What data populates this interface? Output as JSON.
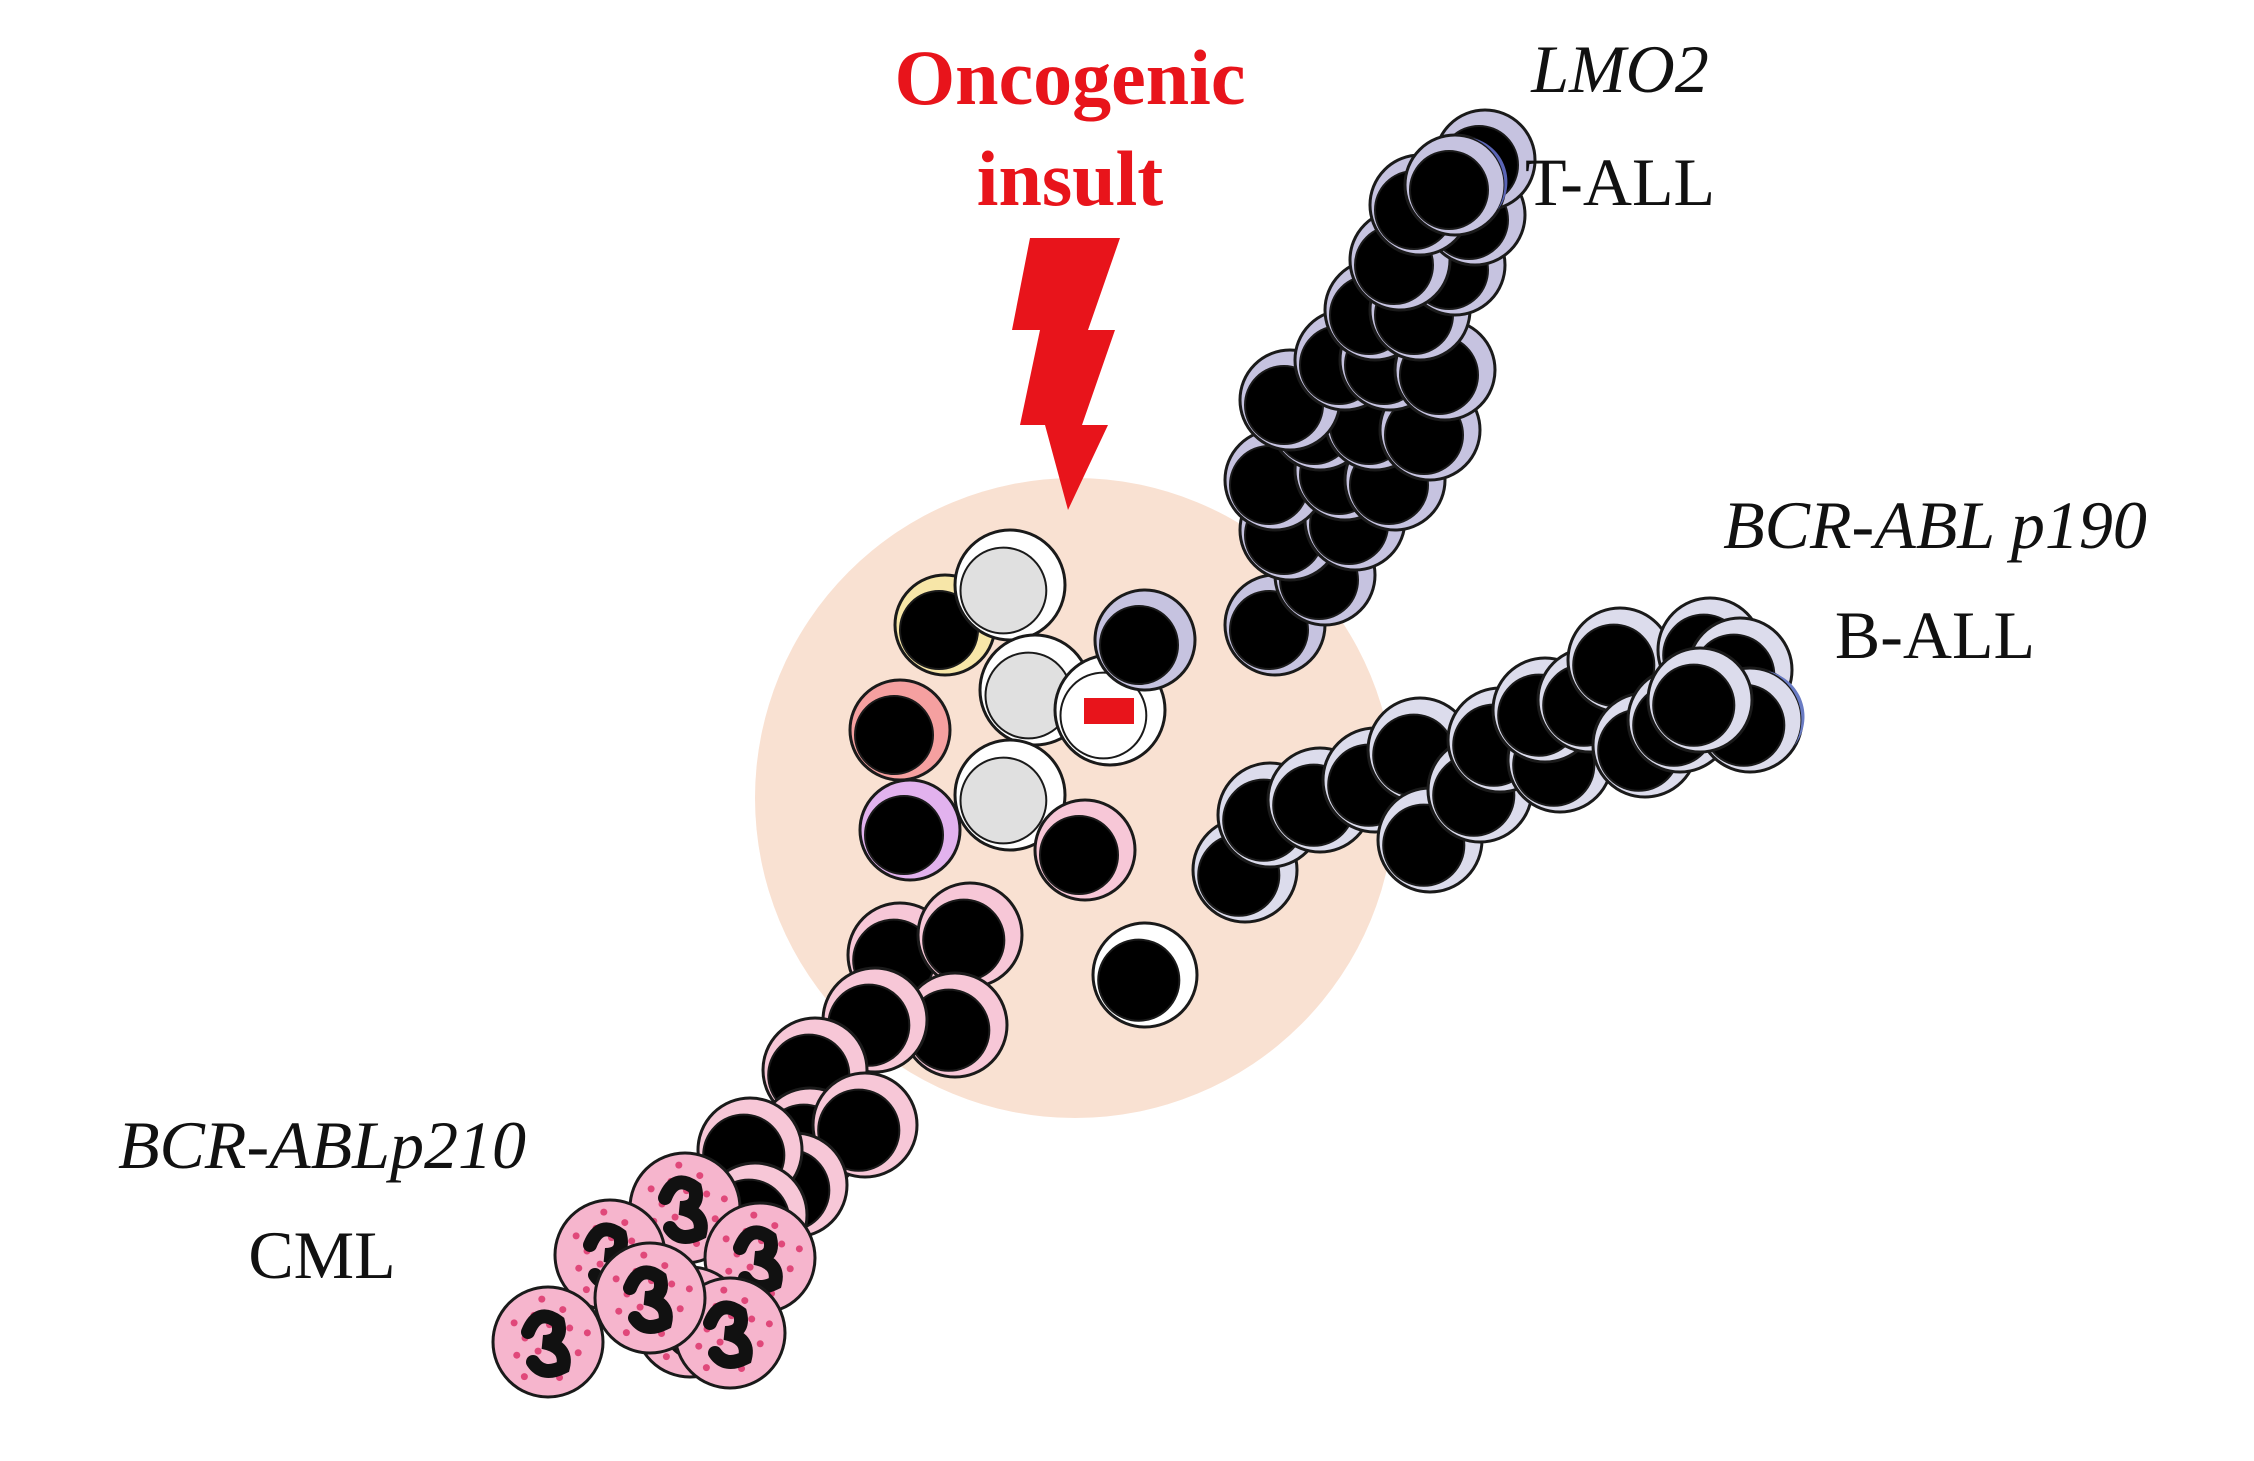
{
  "title": {
    "line1": "Oncogenic",
    "line2": "insult",
    "color": "#e8141b"
  },
  "branches": {
    "t_all": {
      "gene": "LMO2",
      "disease": "T-ALL",
      "cell_fill": "#c6c3e0",
      "accent": "#5a64b5"
    },
    "b_all": {
      "gene": "BCR-ABL p190",
      "disease": "B-ALL",
      "cell_fill": "#dcdcec",
      "accent": "#6a7cc4"
    },
    "cml": {
      "gene": "BCR-ABLp210",
      "disease": "CML",
      "cell_fill": "#f7c7d7",
      "granulocyte_fill": "#f6b5cd",
      "granule_color": "#e0487a"
    }
  },
  "niche": {
    "fill": "#f9e1d2"
  },
  "lesion_marker_color": "#e8141b",
  "nucleus_color": "#000000",
  "icons": [
    "lightning-bolt-icon",
    "cell-icon",
    "granulocyte-icon"
  ]
}
